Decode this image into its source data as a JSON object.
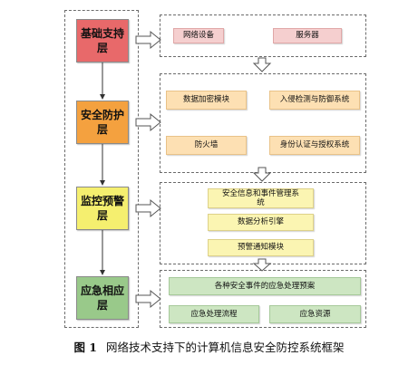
{
  "layers": [
    {
      "label": "基础支持\n层",
      "color": "#e8696a"
    },
    {
      "label": "安全防护\n层",
      "color": "#f4a13f"
    },
    {
      "label": "监控预警\n层",
      "color": "#f5ef6f"
    },
    {
      "label": "应急相应\n层",
      "color": "#99c98a"
    }
  ],
  "panels": {
    "basic": [
      "网络设备",
      "服务器"
    ],
    "protection": [
      "数据加密模块",
      "入侵检测与防御系统",
      "防火墙",
      "身份认证与授权系统"
    ],
    "monitoring": [
      "安全信息和事件管理系\n统",
      "数据分析引擎",
      "预警通知模块"
    ],
    "emergency": [
      "各种安全事件的应急处理预案",
      "应急处理流程",
      "应急资源"
    ]
  },
  "caption": {
    "number": "图 1",
    "title": "网络技术支持下的计算机信息安全防控系统框架"
  }
}
